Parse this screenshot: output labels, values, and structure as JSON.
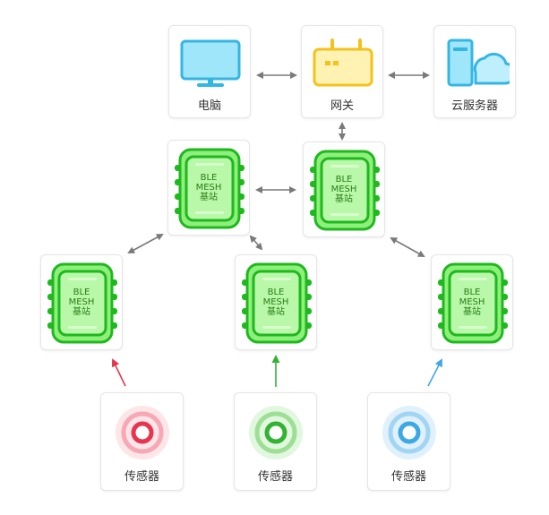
{
  "nodes": {
    "computer": {
      "label": "电脑",
      "icon": "monitor-icon"
    },
    "gateway": {
      "label": "网关",
      "icon": "router-icon"
    },
    "cloud_server": {
      "label": "云服务器",
      "icon": "cloud-server-icon"
    },
    "base_stations": [
      {
        "line1": "BLE",
        "line2": "MESH",
        "line3": "基站"
      },
      {
        "line1": "BLE",
        "line2": "MESH",
        "line3": "基站"
      },
      {
        "line1": "BLE",
        "line2": "MESH",
        "line3": "基站"
      },
      {
        "line1": "BLE",
        "line2": "MESH",
        "line3": "基站"
      },
      {
        "line1": "BLE",
        "line2": "MESH",
        "line3": "基站"
      }
    ],
    "sensors": [
      {
        "label": "传感器",
        "color": "#e8344e"
      },
      {
        "label": "传感器",
        "color": "#33b233"
      },
      {
        "label": "传感器",
        "color": "#3da8e6"
      }
    ]
  },
  "colors": {
    "monitor": "#34b6e4",
    "gateway": "#f5c21b",
    "chip_fill": "#8ef07a",
    "chip_border": "#1fb81f",
    "arrow": "#7a7a7a"
  }
}
